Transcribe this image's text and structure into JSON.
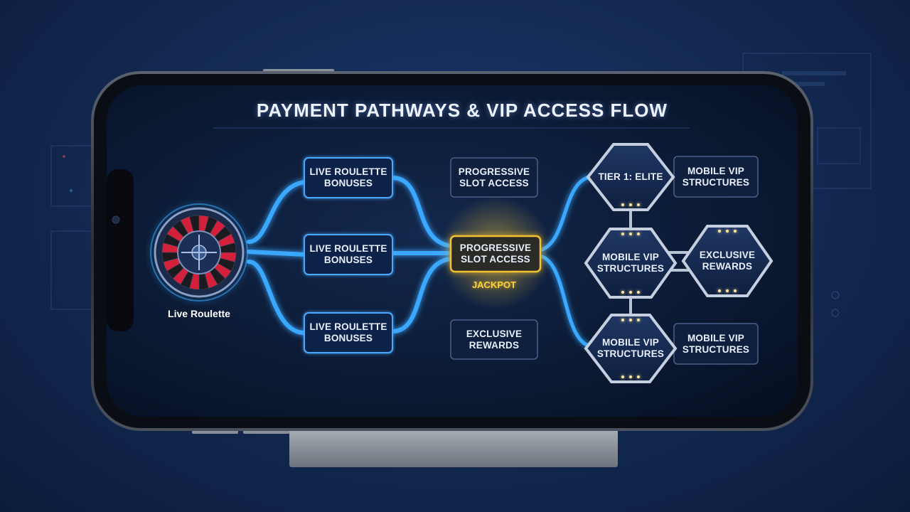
{
  "title": "PAYMENT PATHWAYS & VIP ACCESS FLOW",
  "roulette": {
    "label": "Live Roulette"
  },
  "bonus_nodes": [
    {
      "label": "LIVE ROULETTE BONUSES"
    },
    {
      "label": "LIVE ROULETTE BONUSES"
    },
    {
      "label": "LIVE ROULETTE BONUSES"
    }
  ],
  "middle_nodes": {
    "top": "PROGRESSIVE SLOT ACCESS",
    "center": "PROGRESSIVE SLOT ACCESS",
    "bottom": "EXCLUSIVE REWARDS"
  },
  "jackpot": "JACKPOT",
  "hex_nodes": {
    "tier": "TIER 1: ELITE",
    "mid": "MOBILE VIP STRUCTURES",
    "rewards": "EXCLUSIVE REWARDS",
    "bottom": "MOBILE VIP STRUCTURES"
  },
  "side_labels": {
    "top": "MOBILE VIP STRUCTURES",
    "bottom": "MOBILE VIP STRUCTURES"
  },
  "colors": {
    "accent_blue": "#3aa8ff",
    "highlight_gold": "#f2c230",
    "roulette_red": "#d4203a"
  }
}
